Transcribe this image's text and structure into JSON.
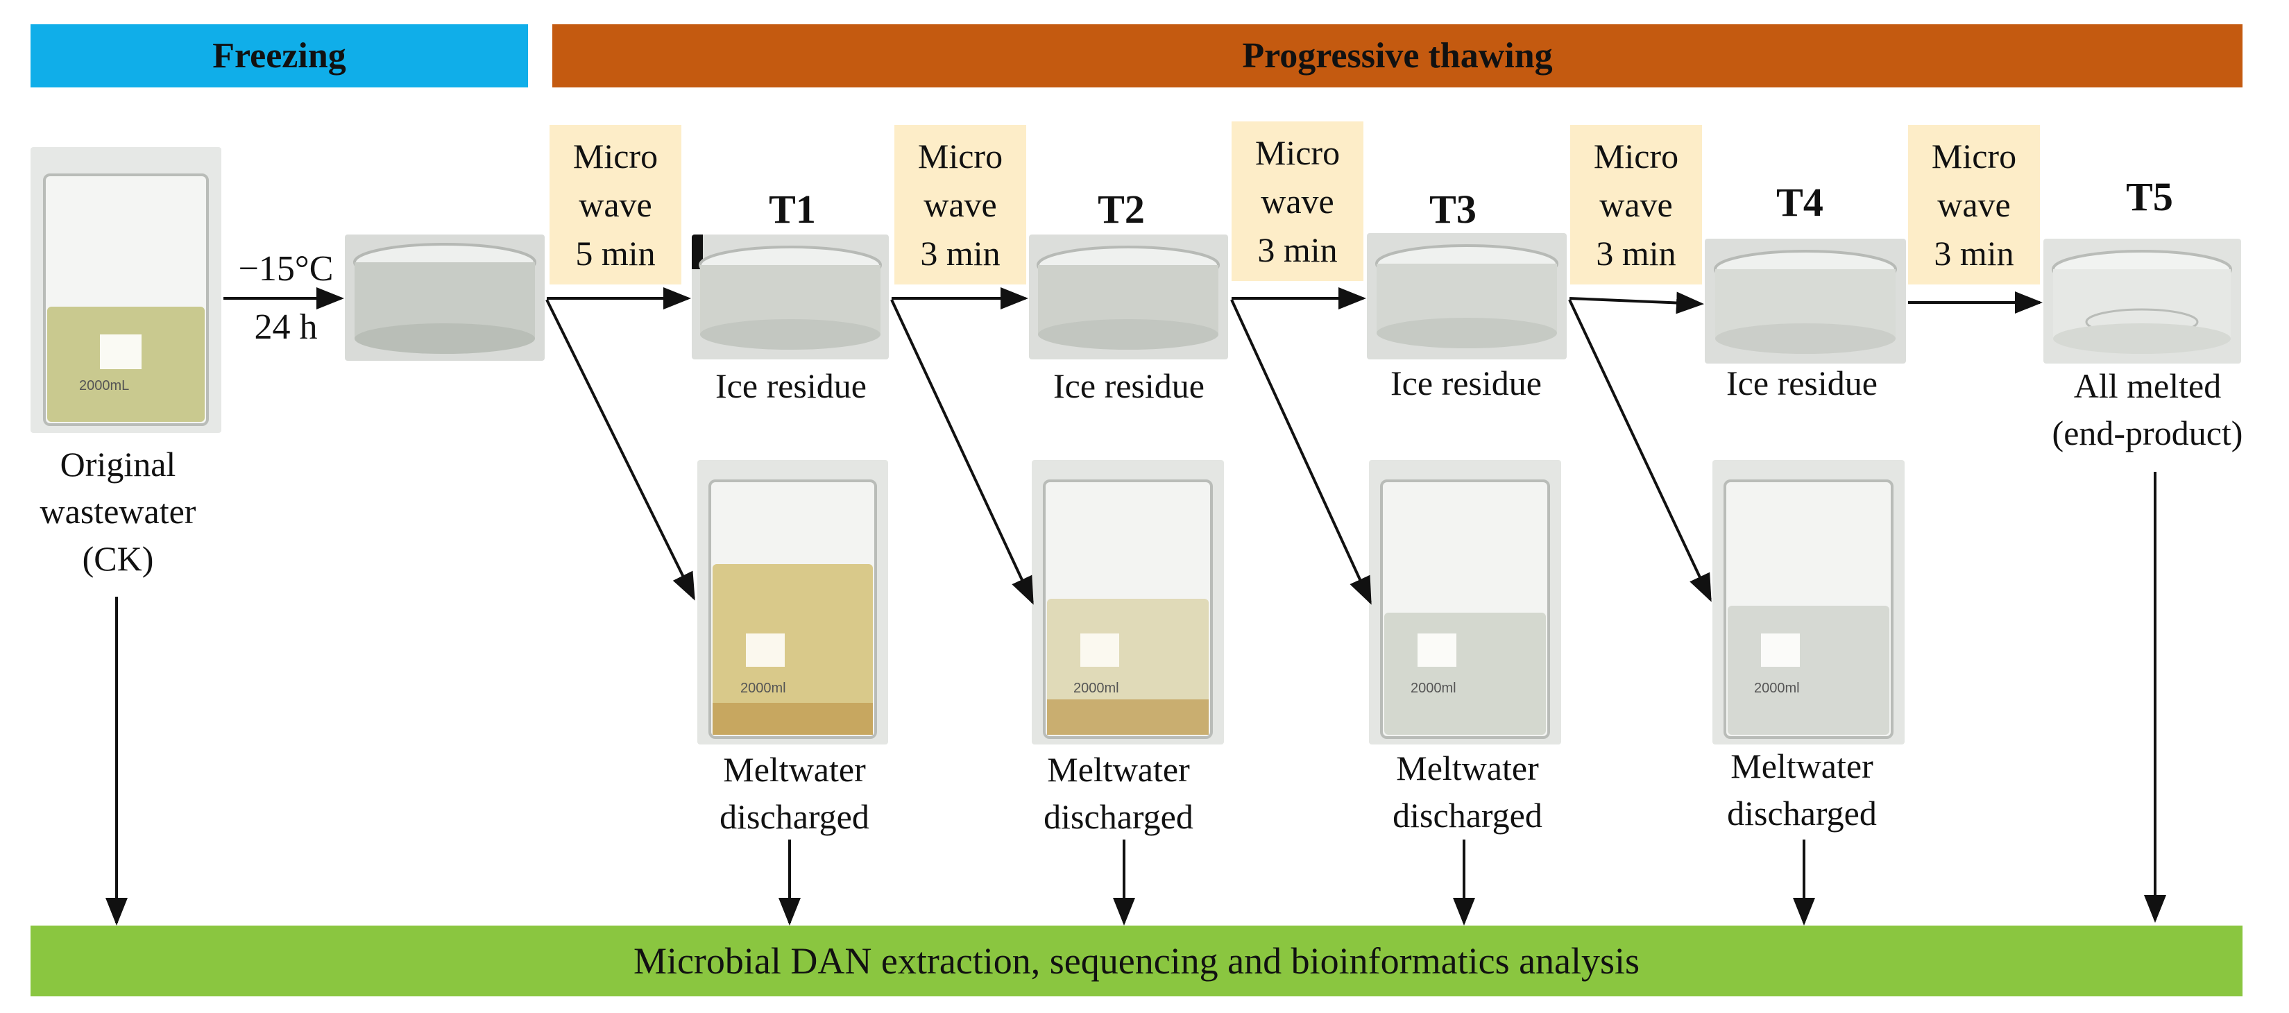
{
  "banners": {
    "freezing": "Freezing",
    "thawing": "Progressive thawing",
    "bottom": "Microbial DAN extraction, sequencing and bioinformatics analysis"
  },
  "freeze_step": {
    "temp": "−15°C",
    "time": "24 h"
  },
  "original": {
    "line1": "Original",
    "line2": "wastewater",
    "line3": "(CK)"
  },
  "microwave": [
    {
      "l1": "Micro",
      "l2": "wave",
      "l3": "5 min"
    },
    {
      "l1": "Micro",
      "l2": "wave",
      "l3": "3 min"
    },
    {
      "l1": "Micro",
      "l2": "wave",
      "l3": "3 min"
    },
    {
      "l1": "Micro",
      "l2": "wave",
      "l3": "3 min"
    },
    {
      "l1": "Micro",
      "l2": "wave",
      "l3": "3 min"
    }
  ],
  "stages": [
    {
      "t": "T1",
      "residue": "Ice residue"
    },
    {
      "t": "T2",
      "residue": "Ice residue"
    },
    {
      "t": "T3",
      "residue": "Ice residue"
    },
    {
      "t": "T4",
      "residue": "Ice residue"
    },
    {
      "t": "T5",
      "residue": "All melted",
      "residue2": "(end-product)"
    }
  ],
  "meltwater": {
    "l1": "Meltwater",
    "l2": "discharged"
  },
  "beaker_mark": "2000mL",
  "beaker_mark_small": "2000ml",
  "colors": {
    "freezing": "#10aee9",
    "thawing": "#c45a10",
    "bottom": "#8ac640",
    "microwave": "#fdedc8"
  }
}
